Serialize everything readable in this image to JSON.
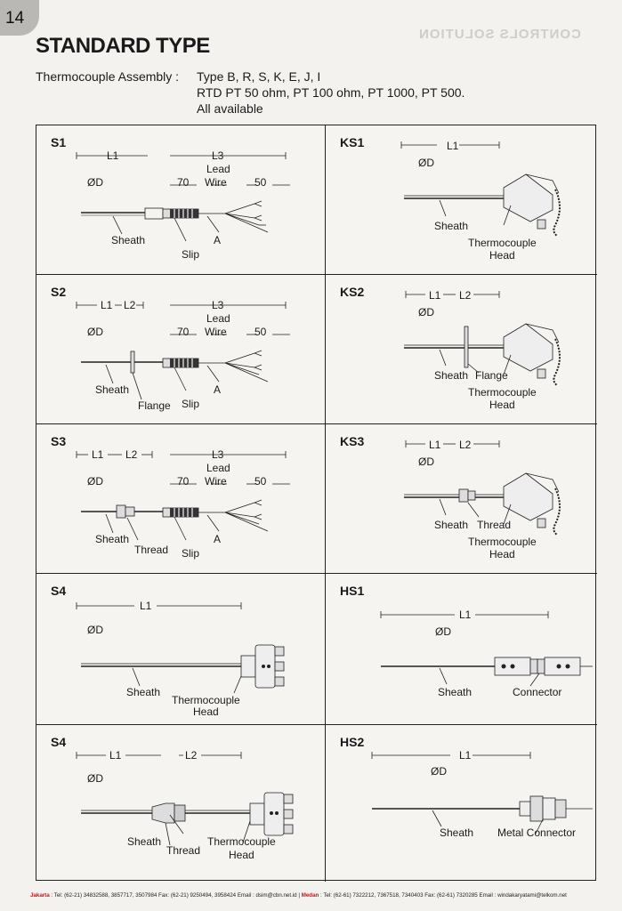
{
  "page": {
    "number": "14",
    "title": "STANDARD TYPE",
    "assembly_label": "Thermocouple Assembly :",
    "assembly_lines": [
      "Type B, R, S, K, E, J, I",
      "RTD PT 50 ohm, PT 100 ohm, PT 1000, PT 500.",
      "All available"
    ]
  },
  "ghost_text": "CONTROLS SOLUTION",
  "cells": {
    "s1": {
      "label": "S1",
      "l1": "L1",
      "l3": "L3",
      "lead": "Lead",
      "wire": "Wire",
      "d70": "70",
      "d50": "50",
      "od": "ØD",
      "sheath": "Sheath",
      "slip": "Slip",
      "a": "A"
    },
    "s2": {
      "label": "S2",
      "l1": "L1",
      "l2": "L2",
      "l3": "L3",
      "lead": "Lead",
      "wire": "Wire",
      "d70": "70",
      "d50": "50",
      "od": "ØD",
      "sheath": "Sheath",
      "flange": "Flange",
      "slip": "Slip",
      "a": "A"
    },
    "s3": {
      "label": "S3",
      "l1": "L1",
      "l2": "L2",
      "l3": "L3",
      "lead": "Lead",
      "wire": "Wire",
      "d70": "70",
      "d50": "50",
      "od": "ØD",
      "sheath": "Sheath",
      "thread": "Thread",
      "slip": "Slip",
      "a": "A"
    },
    "s4a": {
      "label": "S4",
      "l1": "L1",
      "od": "ØD",
      "sheath": "Sheath",
      "tc": "Thermocouple",
      "head": "Head"
    },
    "s4b": {
      "label": "S4",
      "l1": "L1",
      "l2": "L2",
      "od": "ØD",
      "sheath": "Sheath",
      "thread": "Thread",
      "tc": "Thermocouple",
      "head": "Head"
    },
    "ks1": {
      "label": "KS1",
      "l1": "L1",
      "od": "ØD",
      "sheath": "Sheath",
      "tc": "Thermocouple",
      "head": "Head"
    },
    "ks2": {
      "label": "KS2",
      "l1": "L1",
      "l2": "L2",
      "od": "ØD",
      "sheath": "Sheath",
      "flange": "Flange",
      "tc": "Thermocouple",
      "head": "Head"
    },
    "ks3": {
      "label": "KS3",
      "l1": "L1",
      "l2": "L2",
      "od": "ØD",
      "sheath": "Sheath",
      "thread": "Thread",
      "tc": "Thermocouple",
      "head": "Head"
    },
    "hs1": {
      "label": "HS1",
      "l1": "L1",
      "od": "ØD",
      "sheath": "Sheath",
      "connector": "Connector"
    },
    "hs2": {
      "label": "HS2",
      "l1": "L1",
      "od": "ØD",
      "sheath": "Sheath",
      "connector": "Metal Connector"
    }
  },
  "footer": {
    "city1": "Jakarta",
    "contact1": ": Tel: (62-21) 34832588, 3857717, 3507984  Fax: (62-21) 9250494, 3958424  Email : dsim@cbn.net.id  |",
    "city2": "Medan",
    "contact2": ": Tel: (62-61) 7322212, 7367518, 7340403  Fax: (62-61) 7320285  Email : windakaryatami@telkom.net"
  }
}
